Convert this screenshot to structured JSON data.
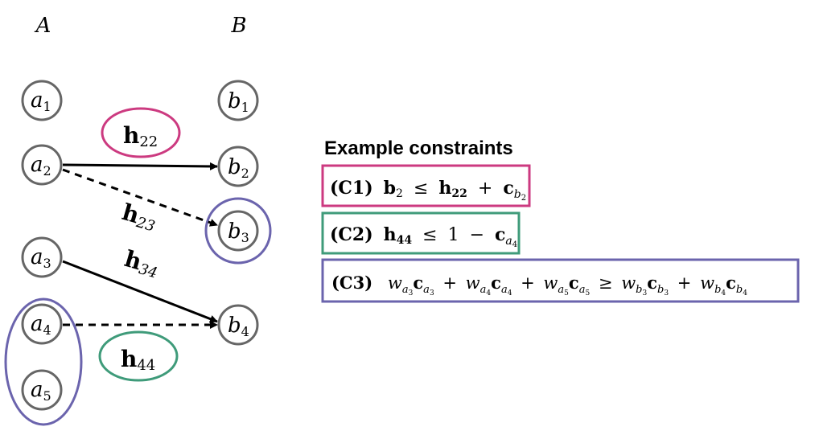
{
  "columns": {
    "a": {
      "label": "A"
    },
    "b": {
      "label": "B"
    }
  },
  "nodes_a": [
    {
      "base": "a",
      "sub": "1"
    },
    {
      "base": "a",
      "sub": "2"
    },
    {
      "base": "a",
      "sub": "3"
    },
    {
      "base": "a",
      "sub": "4"
    },
    {
      "base": "a",
      "sub": "5"
    }
  ],
  "nodes_b": [
    {
      "base": "b",
      "sub": "1"
    },
    {
      "base": "b",
      "sub": "2"
    },
    {
      "base": "b",
      "sub": "3"
    },
    {
      "base": "b",
      "sub": "4"
    }
  ],
  "edge_labels": {
    "h22": {
      "base": "h",
      "sub": "22"
    },
    "h23": {
      "base": "h",
      "sub": "23"
    },
    "h34": {
      "base": "h",
      "sub": "34"
    },
    "h44": {
      "base": "h",
      "sub": "44"
    }
  },
  "colors": {
    "pink": "#cc3a80",
    "green": "#3f9b7a",
    "purple": "#6b64ad",
    "node": "#666666"
  },
  "constraints": {
    "title": "Example constraints",
    "c1": {
      "tag": "(C1)",
      "b": "b",
      "b_sub": "2",
      "le": "≤",
      "h": "h",
      "h_sub": "22",
      "plus": "+",
      "c": "c",
      "c_sub": "b",
      "c_subsub": "2"
    },
    "c2": {
      "tag": "(C2)",
      "h": "h",
      "h_sub": "44",
      "le": "≤",
      "one": "1",
      "minus": "−",
      "c": "c",
      "c_sub": "a",
      "c_subsub": "4"
    },
    "c3": {
      "tag": "(C3)",
      "w": "w",
      "c": "c",
      "plus": "+",
      "ge": "≥",
      "t1_s": "a",
      "t1_ss": "3",
      "t2_s": "a",
      "t2_ss": "4",
      "t3_s": "a",
      "t3_ss": "5",
      "t4_s": "b",
      "t4_ss": "3",
      "t5_s": "b",
      "t5_ss": "4"
    }
  }
}
